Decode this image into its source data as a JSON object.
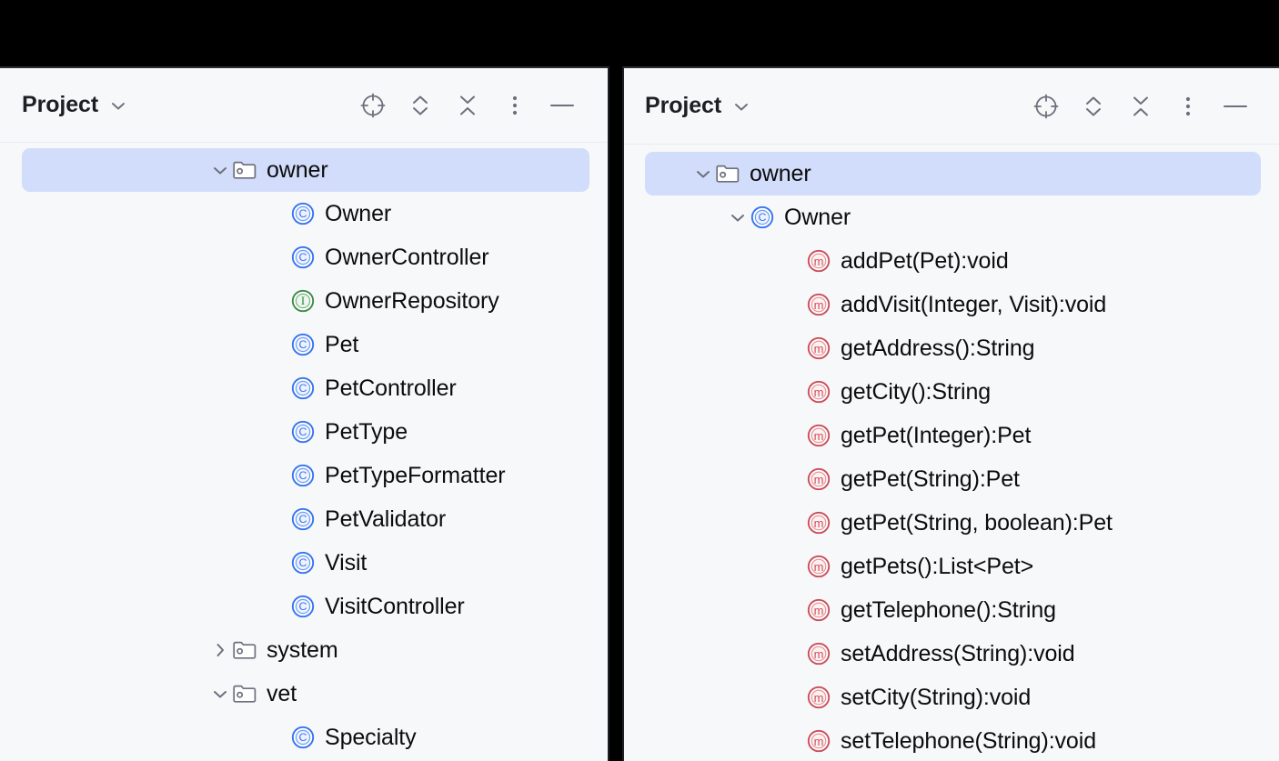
{
  "panels": [
    {
      "id": "left",
      "header": {
        "title": "Project",
        "dropdown_icon": "chevron-down-icon",
        "actions": [
          {
            "name": "select-opened-file-icon",
            "label": "Select Opened File"
          },
          {
            "name": "expand-all-icon",
            "label": "Expand All"
          },
          {
            "name": "collapse-all-icon",
            "label": "Collapse All"
          },
          {
            "name": "more-options-icon",
            "label": "Options"
          },
          {
            "name": "hide-icon",
            "label": "Hide"
          }
        ]
      },
      "rows": [
        {
          "indent": 206,
          "twisty": "expanded",
          "icon": "package-folder-icon",
          "label": "owner",
          "selected": true
        },
        {
          "indent": 270,
          "twisty": "none",
          "icon": "class-icon",
          "label": "Owner",
          "selected": false
        },
        {
          "indent": 270,
          "twisty": "none",
          "icon": "class-icon",
          "label": "OwnerController",
          "selected": false
        },
        {
          "indent": 270,
          "twisty": "none",
          "icon": "interface-icon",
          "label": "OwnerRepository",
          "selected": false
        },
        {
          "indent": 270,
          "twisty": "none",
          "icon": "class-icon",
          "label": "Pet",
          "selected": false
        },
        {
          "indent": 270,
          "twisty": "none",
          "icon": "class-icon",
          "label": "PetController",
          "selected": false
        },
        {
          "indent": 270,
          "twisty": "none",
          "icon": "class-icon",
          "label": "PetType",
          "selected": false
        },
        {
          "indent": 270,
          "twisty": "none",
          "icon": "class-icon",
          "label": "PetTypeFormatter",
          "selected": false
        },
        {
          "indent": 270,
          "twisty": "none",
          "icon": "class-icon",
          "label": "PetValidator",
          "selected": false
        },
        {
          "indent": 270,
          "twisty": "none",
          "icon": "class-icon",
          "label": "Visit",
          "selected": false
        },
        {
          "indent": 270,
          "twisty": "none",
          "icon": "class-icon",
          "label": "VisitController",
          "selected": false
        },
        {
          "indent": 206,
          "twisty": "collapsed",
          "icon": "package-folder-icon",
          "label": "system",
          "selected": false
        },
        {
          "indent": 206,
          "twisty": "expanded",
          "icon": "package-folder-icon",
          "label": "vet",
          "selected": false
        },
        {
          "indent": 270,
          "twisty": "none",
          "icon": "class-icon",
          "label": "Specialty",
          "selected": false
        }
      ]
    },
    {
      "id": "right",
      "header": {
        "title": "Project",
        "dropdown_icon": "chevron-down-icon",
        "actions": [
          {
            "name": "select-opened-file-icon",
            "label": "Select Opened File"
          },
          {
            "name": "expand-all-icon",
            "label": "Expand All"
          },
          {
            "name": "collapse-all-icon",
            "label": "Collapse All"
          },
          {
            "name": "more-options-icon",
            "label": "Options"
          },
          {
            "name": "hide-icon",
            "label": "Hide"
          }
        ]
      },
      "rows": [
        {
          "indent": 52,
          "twisty": "expanded",
          "icon": "package-folder-icon",
          "label": "owner",
          "selected": true
        },
        {
          "indent": 90,
          "twisty": "expanded",
          "icon": "class-icon",
          "label": "Owner",
          "selected": false
        },
        {
          "indent": 152,
          "twisty": "none",
          "icon": "method-icon",
          "label": "addPet(Pet):void",
          "selected": false
        },
        {
          "indent": 152,
          "twisty": "none",
          "icon": "method-icon",
          "label": "addVisit(Integer, Visit):void",
          "selected": false
        },
        {
          "indent": 152,
          "twisty": "none",
          "icon": "method-icon",
          "label": "getAddress():String",
          "selected": false
        },
        {
          "indent": 152,
          "twisty": "none",
          "icon": "method-icon",
          "label": "getCity():String",
          "selected": false
        },
        {
          "indent": 152,
          "twisty": "none",
          "icon": "method-icon",
          "label": "getPet(Integer):Pet",
          "selected": false
        },
        {
          "indent": 152,
          "twisty": "none",
          "icon": "method-icon",
          "label": "getPet(String):Pet",
          "selected": false
        },
        {
          "indent": 152,
          "twisty": "none",
          "icon": "method-icon",
          "label": "getPet(String, boolean):Pet",
          "selected": false
        },
        {
          "indent": 152,
          "twisty": "none",
          "icon": "method-icon",
          "label": "getPets():List<Pet>",
          "selected": false
        },
        {
          "indent": 152,
          "twisty": "none",
          "icon": "method-icon",
          "label": "getTelephone():String",
          "selected": false
        },
        {
          "indent": 152,
          "twisty": "none",
          "icon": "method-icon",
          "label": "setAddress(String):void",
          "selected": false
        },
        {
          "indent": 152,
          "twisty": "none",
          "icon": "method-icon",
          "label": "setCity(String):void",
          "selected": false
        },
        {
          "indent": 152,
          "twisty": "none",
          "icon": "method-icon",
          "label": "setTelephone(String):void",
          "selected": false
        }
      ]
    }
  ],
  "colors": {
    "panel_background": "#f7f8fa",
    "selection_background": "#d2ddfb",
    "class_icon": "#3574f0",
    "interface_icon": "#208a3c",
    "method_icon": "#c9505a",
    "folder_icon": "#6c707e",
    "text": "#0c0c0d",
    "window_gap": "#000000"
  }
}
